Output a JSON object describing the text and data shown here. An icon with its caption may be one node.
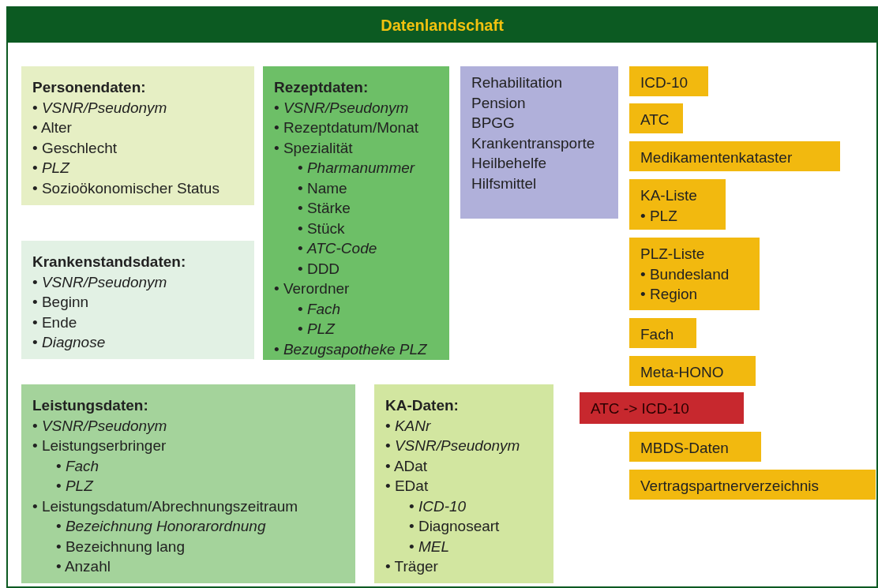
{
  "diagram": {
    "nodes": [
      {
        "text": [
          "Datenlandschaft"
        ]
      },
      {
        "text": [
          "Personendaten:",
          "• *VSNR/Pseudonym*",
          "• Alter",
          "• Geschlecht",
          "• *PLZ*",
          "• Sozioökonomischer Status"
        ],
        "in": 0
      },
      {
        "text": [
          "Krankenstandsdaten:",
          "• *VSNR/Pseudonym*",
          "• Beginn",
          "• Ende",
          "• *Diagnose*"
        ],
        "in": 0
      },
      {
        "text": [
          "Rezeptdaten:",
          "• *VSNR/Pseudonym*",
          "• Rezeptdatum/Monat",
          "• Spezialität",
          "• *Pharmanummer*",
          "• Name",
          "• Stärke",
          "• Stück",
          "• *ATC-Code*",
          "• DDD",
          "• Verordner",
          "• *Fach*",
          "• *PLZ*",
          "• *Bezugsapotheke PLZ*"
        ],
        "in": 0
      },
      {
        "text": [
          "Rehabilitation",
          "Pension",
          "BPGG",
          "Krankentransporte",
          "Heilbehelfe",
          "Hilfsmittel"
        ],
        "in": 0
      },
      {
        "text": [
          "Leistungsdaten:",
          "• *VSNR/Pseudonym*",
          "• Leistungserbringer",
          "• *Fach*",
          "• *PLZ*",
          "• Leistungsdatum/Abrechnungszeitraum",
          "• *Bezeichnung Honorarordnung*",
          "• Bezeichnung lang",
          "• Anzahl"
        ],
        "in": 0
      },
      {
        "text": [
          "KA-Daten:",
          "• *KANr*",
          "• *VSNR/Pseudonym*",
          "• ADat",
          "• EDat",
          "• *ICD-10*",
          "• Diagnoseart",
          "• *MEL*",
          "• Träger"
        ],
        "in": 0
      },
      {
        "text": [
          "ICD-10"
        ],
        "in": 0
      },
      {
        "text": [
          "ATC"
        ],
        "in": 0
      },
      {
        "text": [
          "Medikamentenkataster"
        ],
        "in": 0
      },
      {
        "text": [
          "KA-Liste",
          "• PLZ"
        ],
        "in": 0
      },
      {
        "text": [
          "PLZ-Liste",
          "• Bundesland",
          "• Region"
        ],
        "in": 0
      },
      {
        "text": [
          "Fach"
        ],
        "in": 0
      },
      {
        "text": [
          "Meta-HONO"
        ],
        "in": 0
      },
      {
        "text": [
          "ATC -> ICD-10"
        ],
        "in": 0
      },
      {
        "text": [
          "MBDS-Daten"
        ],
        "in": 0
      },
      {
        "text": [
          "Vertragspartnerverzeichnis"
        ],
        "in": 0
      }
    ]
  }
}
